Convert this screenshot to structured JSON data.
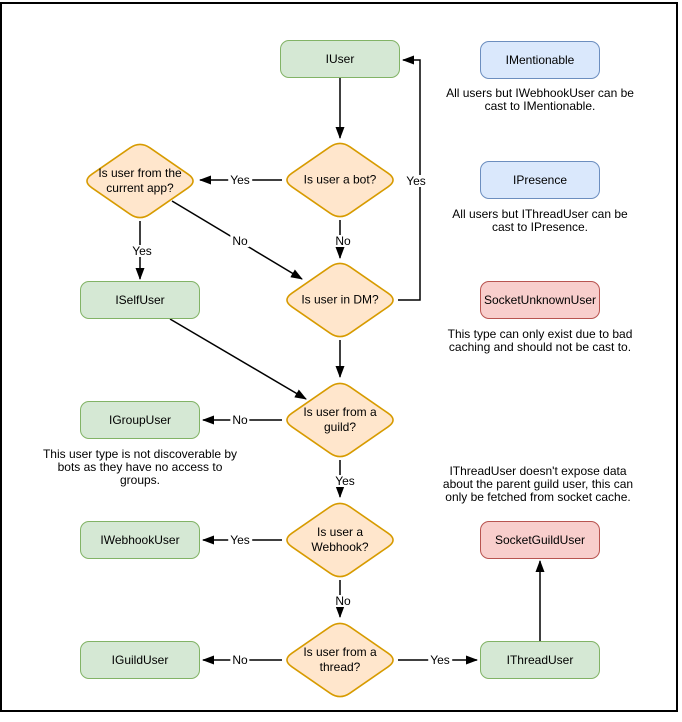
{
  "colors": {
    "interface": {
      "fill": "#d5e8d4",
      "stroke": "#82b366"
    },
    "decision": {
      "fill": "#ffe6cc",
      "stroke": "#d79b00"
    },
    "castable": {
      "fill": "#dae8fc",
      "stroke": "#6c8ebf"
    },
    "warning": {
      "fill": "#f8cecc",
      "stroke": "#b85450"
    },
    "edge": {
      "stroke": "#000000"
    },
    "text": {
      "color": "#000000"
    }
  },
  "nodes": {
    "iuser": {
      "label": "IUser",
      "type": "interface"
    },
    "imentionable": {
      "label": "IMentionable",
      "type": "castable"
    },
    "ipresence": {
      "label": "IPresence",
      "type": "castable"
    },
    "socketunknownuser": {
      "label": "SocketUnknownUser",
      "type": "warning"
    },
    "iselfuser": {
      "label": "ISelfUser",
      "type": "interface"
    },
    "igroupuser": {
      "label": "IGroupUser",
      "type": "interface"
    },
    "iwebhookuser": {
      "label": "IWebhookUser",
      "type": "interface"
    },
    "iguilduser": {
      "label": "IGuildUser",
      "type": "interface"
    },
    "socketguilduser": {
      "label": "SocketGuildUser",
      "type": "warning"
    },
    "ithreaduser": {
      "label": "IThreadUser",
      "type": "interface"
    }
  },
  "decisions": {
    "current_app": {
      "label": "Is user from the current app?",
      "lines": [
        "Is user from the",
        "current app?"
      ]
    },
    "bot": {
      "label": "Is user a bot?",
      "lines": [
        "Is user a bot?"
      ]
    },
    "dm": {
      "label": "Is user in DM?",
      "lines": [
        "Is user in DM?"
      ]
    },
    "guild": {
      "label": "Is user from a guild?",
      "lines": [
        "Is user from a",
        "guild?"
      ]
    },
    "webhook": {
      "label": "Is user a Webhook?",
      "lines": [
        "Is user a",
        "Webhook?"
      ]
    },
    "thread": {
      "label": "Is user from a thread?",
      "lines": [
        "Is user from a",
        "thread?"
      ]
    }
  },
  "edge_labels": {
    "yes": "Yes",
    "no": "No"
  },
  "annotations": {
    "mentionable": {
      "text": "All users but IWebhookUser can be cast to IMentionable.",
      "lines": [
        "All users but IWebhookUser can be",
        "cast to IMentionable."
      ]
    },
    "presence": {
      "text": "All users but IThreadUser can be cast to IPresence.",
      "lines": [
        "All users but IThreadUser can be",
        "cast to IPresence."
      ]
    },
    "unknown": {
      "text": "This type can only exist due to bad caching and should not be cast to.",
      "lines": [
        "This type can only exist due to bad",
        "caching and should not be cast to."
      ]
    },
    "group": {
      "text": "This user type is not discoverable by bots as they have no access to groups.",
      "lines": [
        "This user type is not discoverable by",
        "bots as they have no access to",
        "groups."
      ]
    },
    "thread_note": {
      "text": "IThreadUser doesn't expose data about the parent guild user, this can only be fetched from socket cache.",
      "lines": [
        "IThreadUser doesn't expose data",
        "about the parent guild user, this can",
        "only be fetched from socket cache."
      ]
    }
  },
  "edges": [
    {
      "from": "IUser",
      "to": "Is user a bot?",
      "label": ""
    },
    {
      "from": "Is user a bot?",
      "to": "Is user from the current app?",
      "label": "Yes"
    },
    {
      "from": "Is user a bot?",
      "to": "Is user in DM?",
      "label": "No"
    },
    {
      "from": "Is user from the current app?",
      "to": "ISelfUser",
      "label": "Yes"
    },
    {
      "from": "Is user from the current app?",
      "to": "Is user in DM?",
      "label": "No"
    },
    {
      "from": "Is user in DM?",
      "to": "IUser",
      "label": "Yes"
    },
    {
      "from": "Is user in DM?",
      "to": "Is user from a guild?",
      "label": ""
    },
    {
      "from": "ISelfUser",
      "to": "Is user from a guild?",
      "label": ""
    },
    {
      "from": "Is user from a guild?",
      "to": "IGroupUser",
      "label": "No"
    },
    {
      "from": "Is user from a guild?",
      "to": "Is user a Webhook?",
      "label": "Yes"
    },
    {
      "from": "Is user a Webhook?",
      "to": "IWebhookUser",
      "label": "Yes"
    },
    {
      "from": "Is user a Webhook?",
      "to": "Is user from a thread?",
      "label": "No"
    },
    {
      "from": "Is user from a thread?",
      "to": "IGuildUser",
      "label": "No"
    },
    {
      "from": "Is user from a thread?",
      "to": "IThreadUser",
      "label": "Yes"
    },
    {
      "from": "IThreadUser",
      "to": "SocketGuildUser",
      "label": ""
    }
  ]
}
